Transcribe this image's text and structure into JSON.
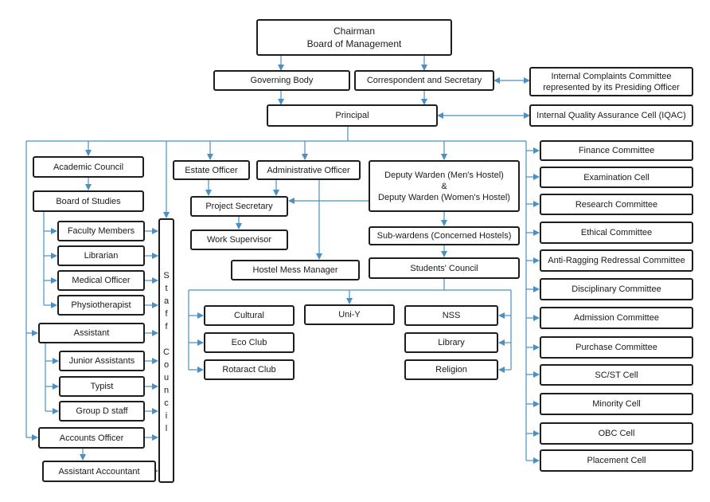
{
  "colors": {
    "connector": "#4a90c2",
    "box_border": "#1d1d1d"
  },
  "boxes": {
    "chairman": "Chairman\nBoard of Management",
    "governing_body": "Governing Body",
    "correspondent": "Correspondent and Secretary",
    "icc": "Internal Complaints Committee\nrepresented by its Presiding Officer",
    "principal": "Principal",
    "iqac": "Internal Quality Assurance Cell (IQAC)",
    "academic_council": "Academic Council",
    "board_of_studies": "Board of Studies",
    "faculty_members": "Faculty Members",
    "librarian": "Librarian",
    "medical_officer": "Medical Officer",
    "physiotherapist": "Physiotherapist",
    "assistant": "Assistant",
    "junior_assistants": "Junior Assistants",
    "typist": "Typist",
    "group_d_staff": "Group D staff",
    "accounts_officer": "Accounts Officer",
    "assistant_accountant": "Assistant Accountant",
    "estate_officer": "Estate Officer",
    "administrative_officer": "Administrative Officer",
    "project_secretary": "Project Secretary",
    "work_supervisor": "Work Supervisor",
    "hostel_mess_manager": "Hostel Mess Manager",
    "deputy_warden": "Deputy Warden (Men's Hostel)\n&\nDeputy Warden (Women's Hostel)",
    "sub_wardens": "Sub-wardens (Concerned Hostels)",
    "students_council": "Students' Council",
    "cultural": "Cultural",
    "eco_club": "Eco Club",
    "rotaract_club": "Rotaract Club",
    "uni_y": "Uni-Y",
    "nss": "NSS",
    "library": "Library",
    "religion": "Religion",
    "finance_committee": "Finance Committee",
    "examination_cell": "Examination Cell",
    "research_committee": "Research Committee",
    "ethical_committee": "Ethical Committee",
    "anti_ragging": "Anti-Ragging Redressal Committee",
    "disciplinary_committee": "Disciplinary Committee",
    "admission_committee": "Admission Committee",
    "purchase_committee": "Purchase Committee",
    "sc_st_cell": "SC/ST Cell",
    "minority_cell": "Minority Cell",
    "obc_cell": "OBC Cell",
    "placement_cell": "Placement Cell"
  },
  "staff_council_letters": [
    [
      "S",
      "t",
      "a",
      "f",
      "f"
    ],
    [
      "C",
      "o",
      "u",
      "n",
      "c",
      "i",
      "l"
    ]
  ]
}
